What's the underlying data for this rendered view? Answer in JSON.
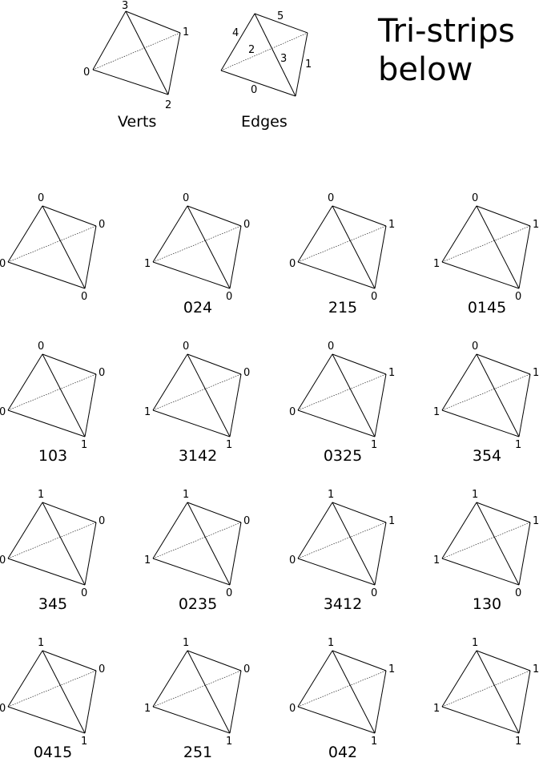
{
  "header": {
    "title_lines": [
      "Tri-strips",
      "below"
    ],
    "verts": {
      "caption": "Verts",
      "vertex_labels": [
        "0",
        "1",
        "2",
        "3"
      ]
    },
    "edges": {
      "caption": "Edges",
      "edge_labels": [
        "0",
        "1",
        "2",
        "3",
        "4",
        "5"
      ]
    }
  },
  "grid": [
    [
      {
        "corners": {
          "top": "0",
          "right": "0",
          "left": "0",
          "bottom": "0"
        },
        "code": ""
      },
      {
        "corners": {
          "top": "0",
          "right": "0",
          "left": "1",
          "bottom": "0"
        },
        "code": "024"
      },
      {
        "corners": {
          "top": "0",
          "right": "1",
          "left": "0",
          "bottom": "0"
        },
        "code": "215"
      },
      {
        "corners": {
          "top": "0",
          "right": "1",
          "left": "1",
          "bottom": "0"
        },
        "code": "0145"
      }
    ],
    [
      {
        "corners": {
          "top": "0",
          "right": "0",
          "left": "0",
          "bottom": "1"
        },
        "code": "103"
      },
      {
        "corners": {
          "top": "0",
          "right": "0",
          "left": "1",
          "bottom": "1"
        },
        "code": "3142"
      },
      {
        "corners": {
          "top": "0",
          "right": "1",
          "left": "0",
          "bottom": "1"
        },
        "code": "0325"
      },
      {
        "corners": {
          "top": "0",
          "right": "1",
          "left": "1",
          "bottom": "1"
        },
        "code": "354"
      }
    ],
    [
      {
        "corners": {
          "top": "1",
          "right": "0",
          "left": "0",
          "bottom": "0"
        },
        "code": "345"
      },
      {
        "corners": {
          "top": "1",
          "right": "0",
          "left": "1",
          "bottom": "0"
        },
        "code": "0235"
      },
      {
        "corners": {
          "top": "1",
          "right": "1",
          "left": "0",
          "bottom": "0"
        },
        "code": "3412"
      },
      {
        "corners": {
          "top": "1",
          "right": "1",
          "left": "1",
          "bottom": "0"
        },
        "code": "130"
      }
    ],
    [
      {
        "corners": {
          "top": "1",
          "right": "0",
          "left": "0",
          "bottom": "1"
        },
        "code": "0415"
      },
      {
        "corners": {
          "top": "1",
          "right": "0",
          "left": "1",
          "bottom": "1"
        },
        "code": "251"
      },
      {
        "corners": {
          "top": "1",
          "right": "1",
          "left": "0",
          "bottom": "1"
        },
        "code": "042"
      },
      {
        "corners": {
          "top": "1",
          "right": "1",
          "left": "1",
          "bottom": "1"
        },
        "code": ""
      }
    ]
  ]
}
